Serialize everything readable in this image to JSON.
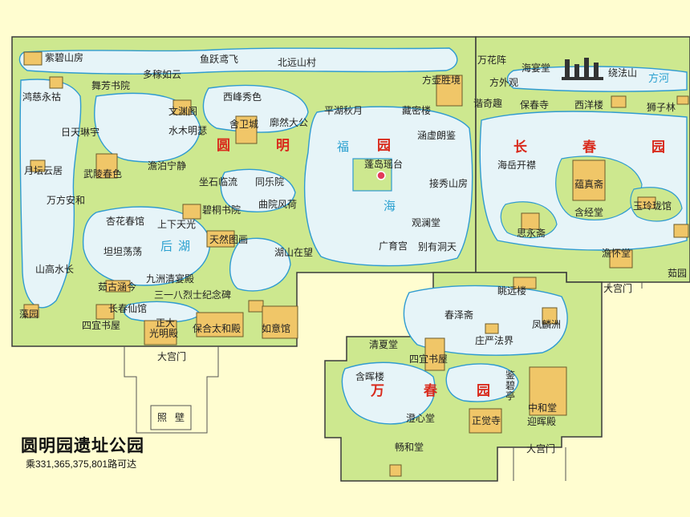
{
  "colors": {
    "background": "#fffdd0",
    "land": "#cde88f",
    "water": "#e6f4f8",
    "outline": "#3a3a3a",
    "building": "#f0c668",
    "garden_name": "#d92a1c",
    "lake_name": "#2aa0d0"
  },
  "map": {
    "title": "圆明园遗址公园",
    "subtitle": "乘331,365,375,801路可达",
    "gardens": [
      {
        "chars": [
          "圆",
          "明",
          "福",
          "园"
        ]
      },
      {
        "chars": [
          "长",
          "春",
          "园"
        ]
      },
      {
        "chars": [
          "万",
          "春",
          "园"
        ]
      }
    ],
    "lakes": [
      {
        "chars": [
          "海"
        ]
      },
      {
        "chars": [
          "后",
          "湖"
        ]
      }
    ],
    "labels": [
      "紫碧山房",
      "鱼跃鸢飞",
      "北远山村",
      "多稼如云",
      "舞芳书院",
      "鸿慈永祜",
      "西峰秀色",
      "文渊阁",
      "方壶胜境",
      "平湖秋月",
      "藏密楼",
      "水木明瑟",
      "舍卫城",
      "廓然大公",
      "日天琳宇",
      "涵虚朗鉴",
      "月坛云居",
      "武陵春色",
      "澹泊宁静",
      "蓬岛瑶台",
      "万方安和",
      "坐石临流",
      "同乐院",
      "接秀山房",
      "杏花春馆",
      "碧桐书院",
      "曲院风荷",
      "上下天光",
      "观澜堂",
      "坦坦荡荡",
      "天然图画",
      "广育宫",
      "别有洞天",
      "山高水长",
      "湖山在望",
      "九洲清宴殿",
      "茹古涵今",
      "三一八烈士纪念碑",
      "长春仙馆",
      "藻园",
      "正大",
      "四宜书屋",
      "光明殿",
      "保合太和殿",
      "如意馆",
      "大宫门",
      "照壁",
      "万花阵",
      "海宴堂",
      "方外观",
      "绕法山",
      "方河",
      "谐奇趣",
      "保春寺",
      "西洋楼",
      "狮子林",
      "海岳开襟",
      "蕴真斋",
      "含经堂",
      "玉玲珑馆",
      "思永斋",
      "澹怀堂",
      "大宫门",
      "茹园",
      "眺远楼",
      "春泽斋",
      "凤麟洲",
      "清夏堂",
      "庄严法界",
      "四宜书屋",
      "含晖楼",
      "鉴碧亭",
      "中和堂",
      "迎晖殿",
      "澄心堂",
      "正觉寺",
      "畅和堂",
      "大宫门"
    ]
  }
}
